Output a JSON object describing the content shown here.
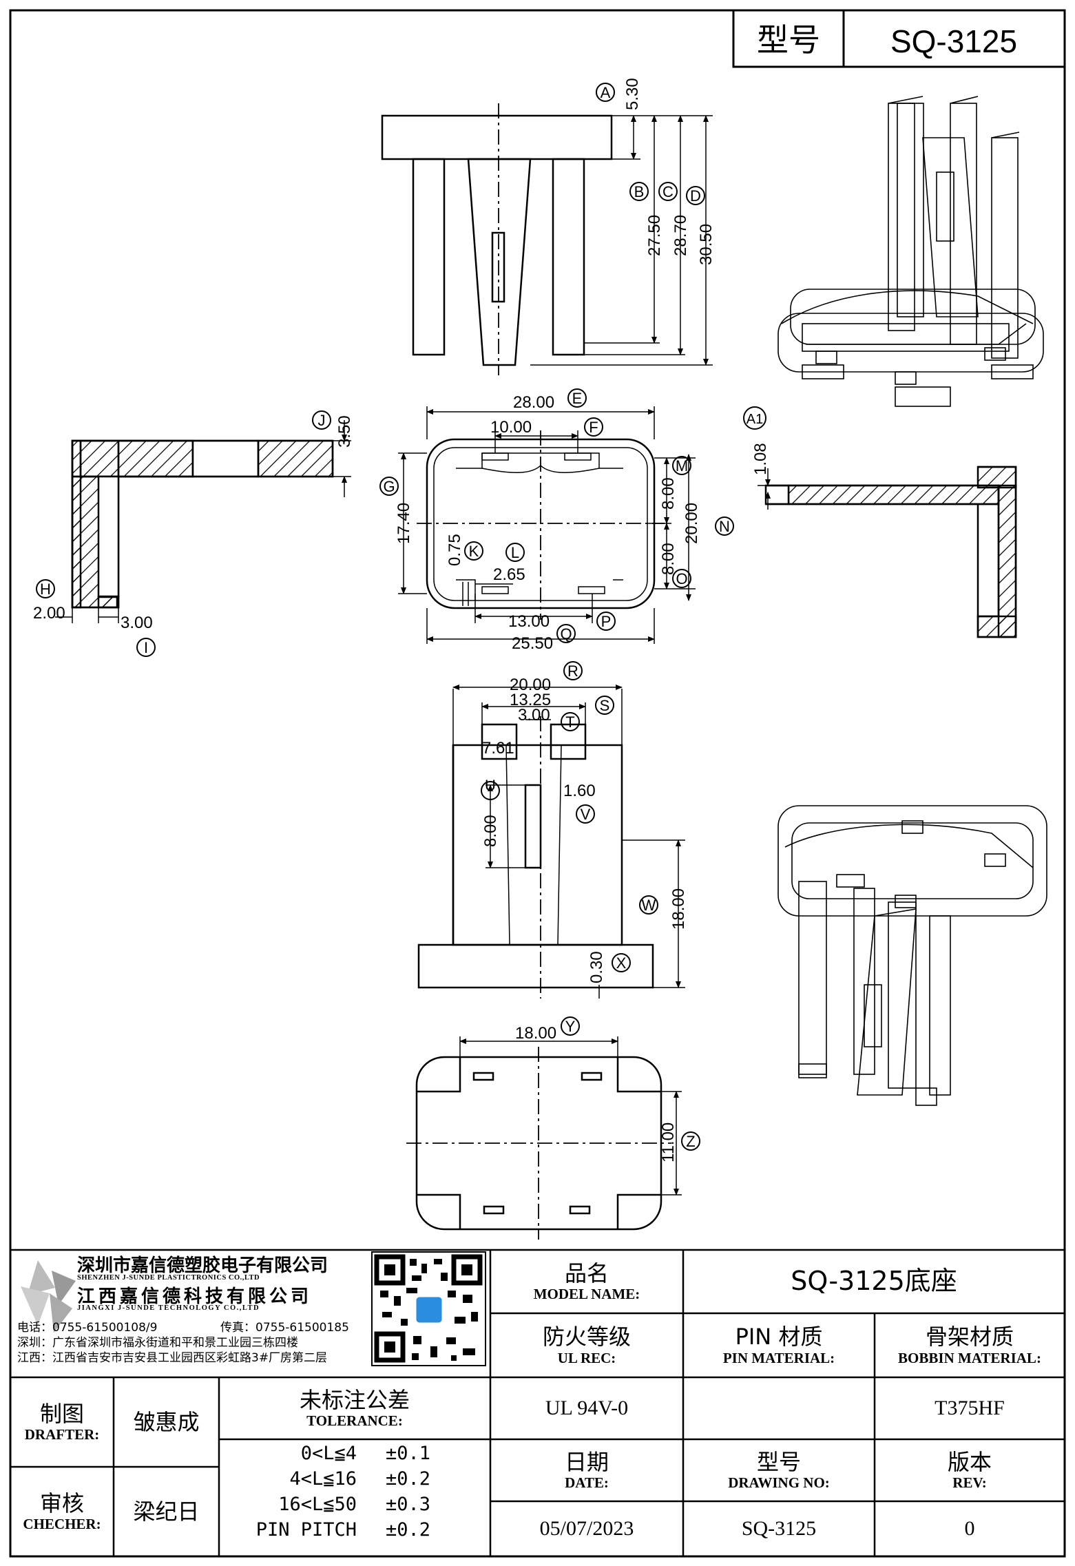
{
  "header": {
    "model_label": "型号",
    "model_value": "SQ-3125"
  },
  "dimensions": {
    "front": [
      {
        "id": "A",
        "value": "5.30"
      },
      {
        "id": "B",
        "value": "27.50"
      },
      {
        "id": "C",
        "value": "28.70"
      },
      {
        "id": "D",
        "value": "30.50"
      }
    ],
    "section_left": [
      {
        "id": "J",
        "value": "3.50"
      },
      {
        "id": "H",
        "value": "2.00"
      },
      {
        "id": "I",
        "value": "3.00"
      }
    ],
    "top": [
      {
        "id": "E",
        "value": "28.00"
      },
      {
        "id": "F",
        "value": "10.00"
      },
      {
        "id": "G",
        "value": "17.40"
      },
      {
        "id": "K",
        "value": "0.75"
      },
      {
        "id": "L",
        "value": "2.65"
      },
      {
        "id": "M",
        "value": "8.00"
      },
      {
        "id": "N",
        "value": "20.00"
      },
      {
        "id": "O",
        "value": "8.00"
      },
      {
        "id": "P",
        "value": "13.00"
      },
      {
        "id": "Q",
        "value": "25.50"
      }
    ],
    "section_right": [
      {
        "id": "A1",
        "value": "1.08"
      }
    ],
    "side": [
      {
        "id": "R",
        "value": "20.00"
      },
      {
        "id": "S",
        "value": "13.25"
      },
      {
        "id": "T",
        "value": "3.00"
      },
      {
        "id": "t2",
        "value": "7.61"
      },
      {
        "id": "U",
        "value": "8.00"
      },
      {
        "id": "V",
        "value": "1.60"
      },
      {
        "id": "W",
        "value": "18.00"
      },
      {
        "id": "X",
        "value": "0.30"
      }
    ],
    "bottom": [
      {
        "id": "Y",
        "value": "18.00"
      },
      {
        "id": "Z",
        "value": "11.00"
      }
    ]
  },
  "company": {
    "name_cn": "深圳市嘉信德塑胶电子有限公司",
    "name_en": "SHENZHEN J-SUNDE PLASTICTRONICS CO.,LTD",
    "name2_cn": "江西嘉信德科技有限公司",
    "name2_en": "JIANGXI J-SUNDE TECHNOLOGY CO.,LTD",
    "phone": "电话：0755-61500108/9",
    "fax": "传真：0755-61500185",
    "addr_sz": "深圳：广东省深圳市福永街道和平和景工业园三栋四楼",
    "addr_jx": "江西：江西省吉安市吉安县工业园西区彩虹路3#厂房第二层"
  },
  "title_block": {
    "model_name_cn": "品名",
    "model_name_en": "MODEL NAME:",
    "model_name_value": "SQ-3125底座",
    "ul_cn": "防火等级",
    "ul_en": "UL REC:",
    "ul_value": "UL 94V-0",
    "pin_cn": "PIN 材质",
    "pin_en": "PIN MATERIAL:",
    "pin_value": "",
    "bobbin_cn": "骨架材质",
    "bobbin_en": "BOBBIN MATERIAL:",
    "bobbin_value": "T375HF",
    "drafter_cn": "制图",
    "drafter_en": "DRAFTER:",
    "drafter_value": "皱惠成",
    "checker_cn": "审核",
    "checker_en": "CHECHER:",
    "checker_value": "梁纪日",
    "tolerance_cn": "未标注公差",
    "tolerance_en": "TOLERANCE:",
    "tolerances": [
      {
        "range": "0<L≦4",
        "value": "±0.1"
      },
      {
        "range": "4<L≦16",
        "value": "±0.2"
      },
      {
        "range": "16<L≦50",
        "value": "±0.3"
      },
      {
        "range": "PIN PITCH",
        "value": "±0.2"
      }
    ],
    "date_cn": "日期",
    "date_en": "DATE:",
    "date_value": "05/07/2023",
    "drawing_cn": "型号",
    "drawing_en": "DRAWING NO:",
    "drawing_value": "SQ-3125",
    "rev_cn": "版本",
    "rev_en": "REV:",
    "rev_value": "0"
  }
}
